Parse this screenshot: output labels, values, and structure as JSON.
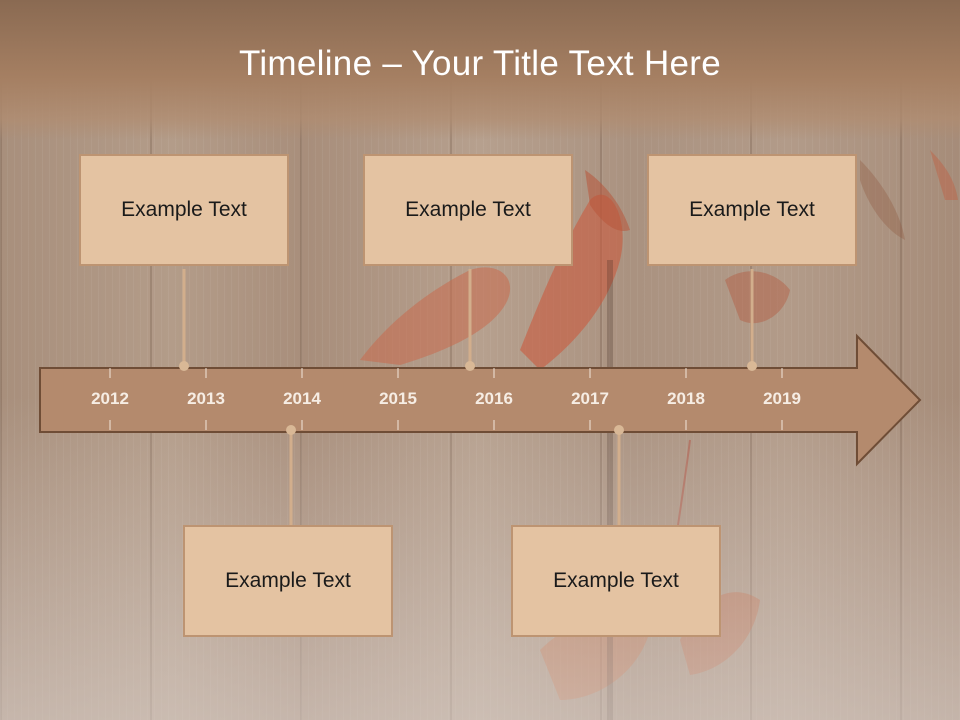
{
  "slide": {
    "title": "Timeline – Your Title Text Here"
  },
  "timeline": {
    "years": [
      "2012",
      "2013",
      "2014",
      "2015",
      "2016",
      "2017",
      "2018",
      "2019"
    ]
  },
  "events": [
    {
      "text": "Example Text"
    },
    {
      "text": "Example Text"
    },
    {
      "text": "Example Text"
    },
    {
      "text": "Example Text"
    },
    {
      "text": "Example Text"
    }
  ],
  "colors": {
    "box_fill": "#e4c3a2",
    "box_border": "#bd9472",
    "arrow_fill": "#b48a6d",
    "arrow_border": "#6f4d36",
    "connector": "#d2ae8c"
  }
}
